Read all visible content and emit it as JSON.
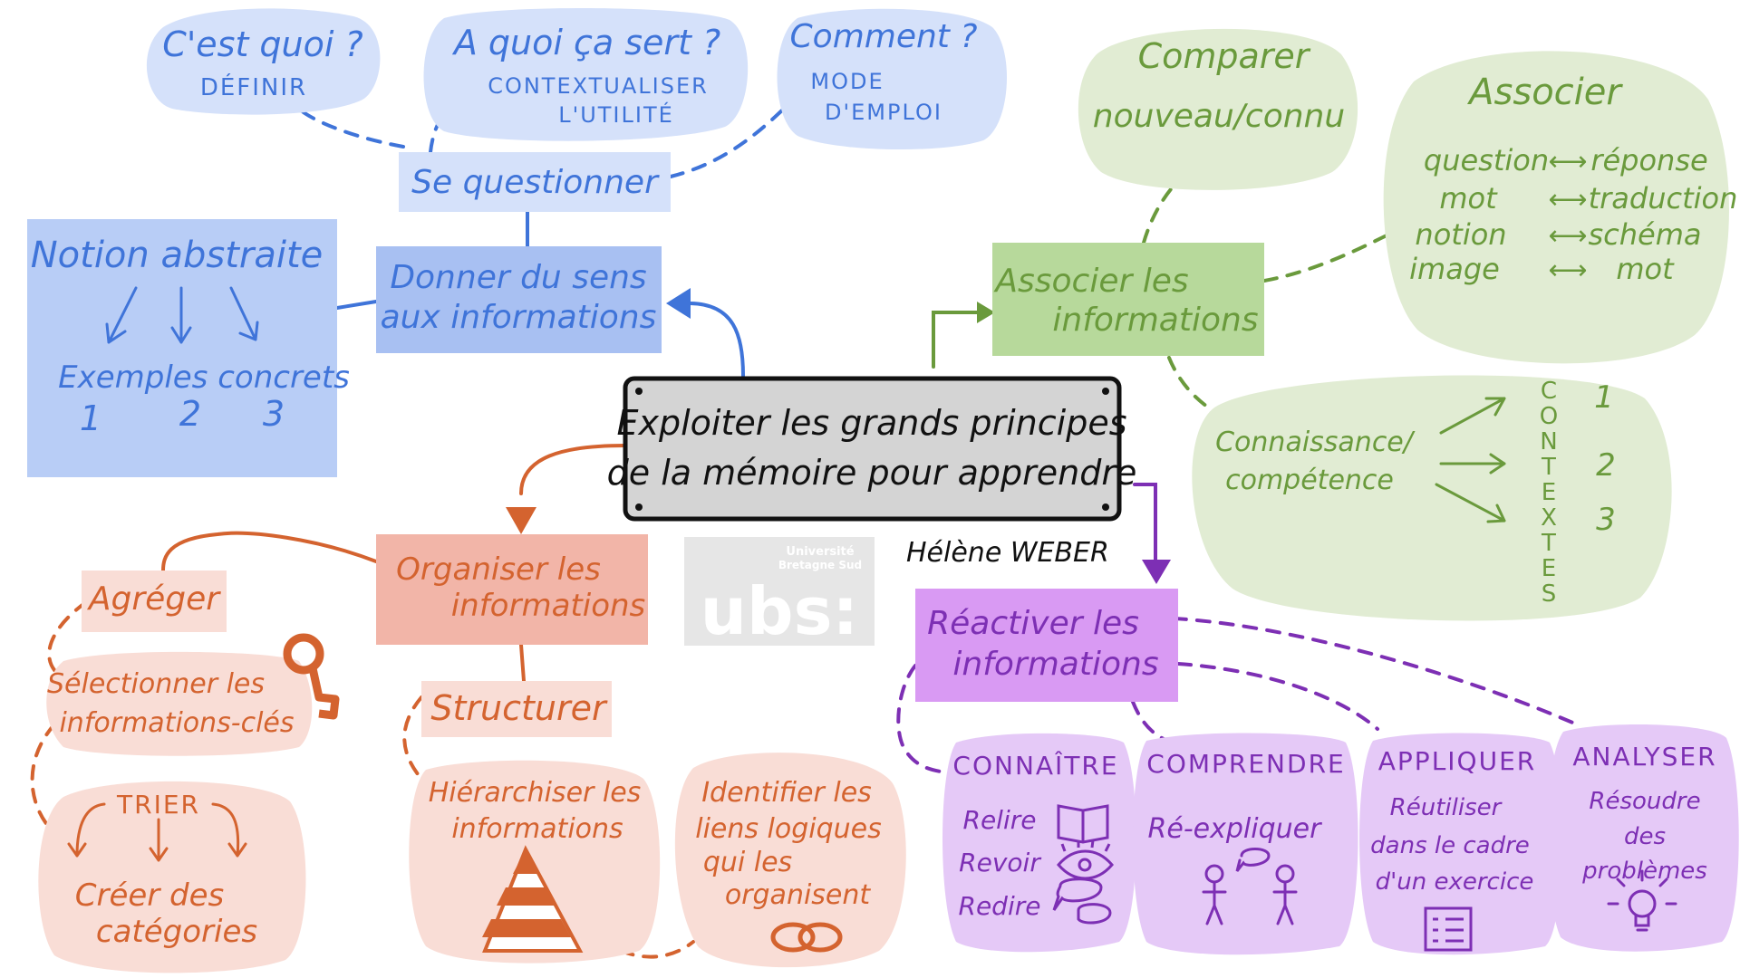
{
  "colors": {
    "blue_dark": "#3f74d9",
    "blue_light": "#d5e1fa",
    "blue_box": "#a8c0f2",
    "blue_note": "#b8cdf6",
    "green_dark": "#6a9a3c",
    "green_light": "#e1ecd3",
    "green_box": "#b7d99b",
    "orange_dark": "#d4632f",
    "orange_light": "#f9ddd6",
    "orange_box": "#f2b5a8",
    "purple_dark": "#7d2fb4",
    "purple_light": "#e5c9f7",
    "purple_box": "#d99af3",
    "center_fill": "#d4d4d4"
  },
  "center": {
    "line1": "Exploiter les grands principes",
    "line2": "de la mémoire pour apprendre",
    "author": "Hélène WEBER"
  },
  "logo": {
    "university": "Université",
    "location": "Bretagne Sud",
    "mark": "ubs:"
  },
  "blue": {
    "main_line1": "Donner du sens",
    "main_line2": "aux informations",
    "questionner": "Se questionner",
    "q1": {
      "title": "C'est quoi ?",
      "sub": "DÉFINIR"
    },
    "q2": {
      "title": "A quoi ça sert ?",
      "sub1": "CONTEXTUALISER",
      "sub2": "L'UTILITÉ"
    },
    "q3": {
      "title": "Comment ?",
      "sub1": "MODE",
      "sub2": "D'EMPLOI"
    },
    "notion": {
      "title": "Notion abstraite",
      "examples": "Exemples concrets",
      "n1": "1",
      "n2": "2",
      "n3": "3"
    }
  },
  "green": {
    "main_line1": "Associer les",
    "main_line2": "informations",
    "comparer_line1": "Comparer",
    "comparer_line2": "nouveau/connu",
    "associer": {
      "title": "Associer",
      "pairs": [
        {
          "left": "question",
          "right": "réponse"
        },
        {
          "left": "mot",
          "right": "traduction"
        },
        {
          "left": "notion",
          "right": "schéma"
        },
        {
          "left": "image",
          "right": "mot"
        }
      ]
    },
    "connaissance_line1": "Connaissance/",
    "connaissance_line2": "compétence",
    "contextes": [
      "C",
      "O",
      "N",
      "T",
      "E",
      "X",
      "T",
      "E",
      "S"
    ],
    "nums": [
      "1",
      "2",
      "3"
    ]
  },
  "orange": {
    "main_line1": "Organiser les",
    "main_line2": "informations",
    "agreger": "Agréger",
    "selectionner_line1": "Sélectionner les",
    "selectionner_line2": "informations-clés",
    "trier": "TRIER",
    "creer_line1": "Créer des",
    "creer_line2": "catégories",
    "structurer": "Structurer",
    "hierarchiser_line1": "Hiérarchiser les",
    "hierarchiser_line2": "informations",
    "identifier_line1": "Identifier les",
    "identifier_line2": "liens logiques",
    "identifier_line3": "qui les",
    "identifier_line4": "organisent"
  },
  "purple": {
    "main_line1": "Réactiver les",
    "main_line2": "informations",
    "connaitre": {
      "title": "CONNAÎTRE",
      "items": [
        "Relire",
        "Revoir",
        "Redire"
      ]
    },
    "comprendre": {
      "title": "COMPRENDRE",
      "text": "Ré-expliquer"
    },
    "appliquer": {
      "title": "APPLIQUER",
      "line1": "Réutiliser",
      "line2": "dans le cadre",
      "line3": "d'un exercice"
    },
    "analyser": {
      "title": "ANALYSER",
      "line1": "Résoudre",
      "line2": "des",
      "line3": "problèmes"
    }
  }
}
